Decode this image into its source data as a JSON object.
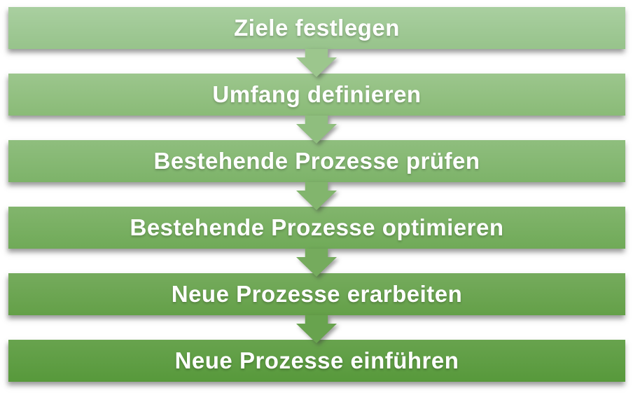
{
  "flowchart": {
    "description": "Vertical process flow of six green steps connected by downward arrows",
    "text_color": "#ffffff",
    "steps": [
      {
        "label": "Ziele festlegen",
        "color_top": "#a9cfa0",
        "color_bottom": "#97c38b"
      },
      {
        "label": "Umfang definieren",
        "color_top": "#9cc68d",
        "color_bottom": "#8abb77"
      },
      {
        "label": "Bestehende Prozesse prüfen",
        "color_top": "#8fbe7e",
        "color_bottom": "#7db369"
      },
      {
        "label": "Bestehende Prozesse optimieren",
        "color_top": "#82b56d",
        "color_bottom": "#70aa58"
      },
      {
        "label": "Neue Prozesse erarbeiten",
        "color_top": "#75ab5d",
        "color_bottom": "#64a048"
      },
      {
        "label": "Neue Prozesse einführen",
        "color_top": "#68a34e",
        "color_bottom": "#57993b"
      }
    ],
    "arrow_colors": [
      "#9cc68d",
      "#8fbe7e",
      "#82b56d",
      "#75ab5d",
      "#68a34e"
    ]
  }
}
